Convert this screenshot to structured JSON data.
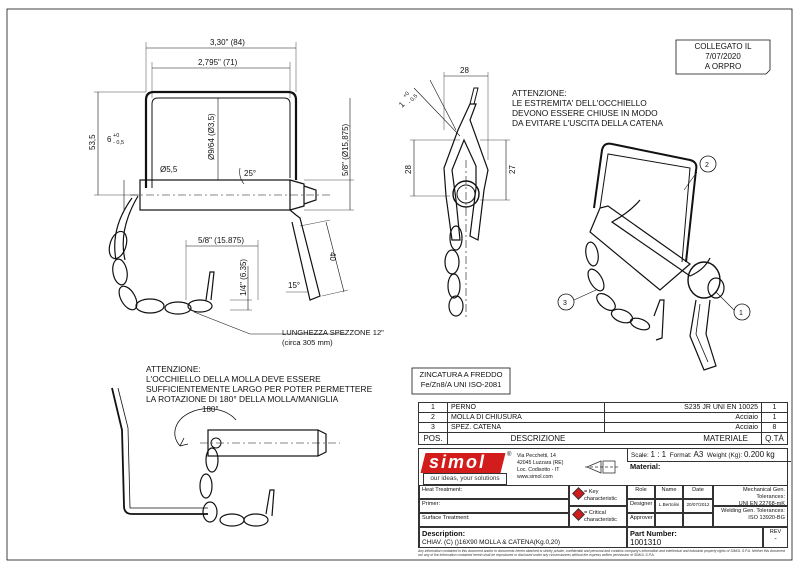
{
  "stamp": {
    "lines": [
      "COLLEGATO IL",
      "7/07/2020",
      "A ORPRO"
    ]
  },
  "dims": {
    "overall_width": "3,30\" (84)",
    "inner_width": "2,795\" (71)",
    "height": "53,5",
    "tol_6": "6",
    "tol_6_plus": "+0",
    "tol_6_minus": "- 0,5",
    "pin_dia": "Ø9/64 (Ø3,5)",
    "hole": "Ø5,5",
    "angle25": "25°",
    "pin_side": "5/8\" (Ø15,875)",
    "chain_width": "5/8\" (15.875)",
    "chain_height": "1/4\" (6.35)",
    "forty": "40",
    "fifteen": "15°",
    "side_width": "28",
    "side_height": "28",
    "side_27": "27",
    "side_tol_1": "1",
    "side_tol_plus": "+0",
    "side_tol_minus": "- 0,5",
    "rot": "180°"
  },
  "notes": {
    "chain_length": [
      "LUNGHEZZA SPEZZONE 12\"",
      "(circa 305 mm)"
    ],
    "attention_top": [
      "ATTENZIONE:",
      "LE ESTREMITA' DELL'OCCHIELLO",
      "DEVONO ESSERE CHIUSE IN MODO",
      "DA EVITARE L'USCITA DELLA CATENA"
    ],
    "attention_bottom": [
      "ATTENZIONE:",
      "L'OCCHIELLO DELLA MOLLA DEVE ESSERE",
      "SUFFICIENTEMENTE LARGO PER POTER PERMETTERE",
      "LA ROTAZIONE DI 180° DELLA MOLLA/MANIGLIA"
    ],
    "zinc": [
      "ZINCATURA A FREDDO",
      "Fe/Zn8/A UNI ISO-2081"
    ]
  },
  "balloons": [
    "1",
    "2",
    "3"
  ],
  "bom": {
    "rows": [
      {
        "pos": "1",
        "desc": "PERNO",
        "mat": "S235 JR UNI EN 10025",
        "qty": "1"
      },
      {
        "pos": "2",
        "desc": "MOLLA DI CHIUSURA",
        "mat": "Acciaio",
        "qty": "1"
      },
      {
        "pos": "3",
        "desc": "SPEZ. CATENA",
        "mat": "Acciaio",
        "qty": "8"
      }
    ],
    "header": {
      "pos": "POS.",
      "desc": "DESCRIZIONE",
      "mat": "MATERIALE",
      "qty": "Q.TÀ"
    }
  },
  "titleblock": {
    "logo": "simol",
    "registered": "®",
    "slogan": "our ideas, your solutions",
    "address": [
      "Via Pecchetti, 14",
      "42045 Luzzara (RE)",
      "Loc. Codisotto - IT",
      "www.simol.com"
    ],
    "scale_label": "Scale:",
    "scale": "1 : 1",
    "format_label": "Format:",
    "format": "A3",
    "weight_label": "Weight (Kg):",
    "weight": "0.200 kg",
    "material_label": "Material:",
    "heat": "Heat Treatment:",
    "primer": "Primer:",
    "surface": "Surface Treatment:",
    "key_char": "= Key characteristic",
    "crit_char": "= Critical characteristic",
    "role": "Role",
    "name": "Name",
    "date": "Date",
    "designer": "Designer",
    "designer_name": "L.Bertolini",
    "designer_date": "20/07/2012",
    "approver": "Approver",
    "mech_tol": "Mechanical Gen. Tolerances:",
    "mech_tol_val": "UNI EN 22768-mK",
    "weld_tol": "Welding Gen. Tolerances:",
    "weld_tol_val": "ISO 13920-BG",
    "description_label": "Description:",
    "description": "CHIAV. (C) ()16X90 MOLLA & CATENA(Kg.0,20)",
    "part_label": "Part Number:",
    "part": "1001310",
    "rev_label": "REV",
    "rev": "-",
    "footer": "Any information contained in this document and/or in documents herein attached is strictly private, confidential and personal and contains company's information and intellectual and industrial property rights of SIMOL S.P.A. Neither this document nor any of the information contained herein shall be reproduced or disclosed under any circumstances without the express written permission of SIMOL S.P.A."
  }
}
